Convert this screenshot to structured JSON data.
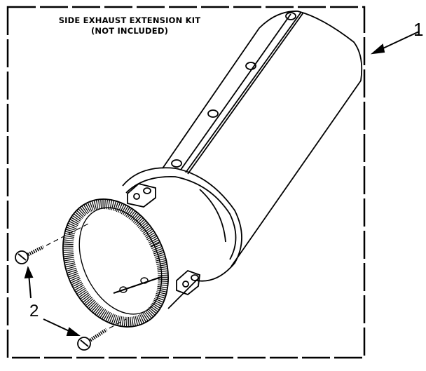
{
  "diagram": {
    "title_line1": "SIDE EXHAUST EXTENSION KIT",
    "title_line2": "(NOT INCLUDED)",
    "callouts": [
      {
        "label": "1",
        "target": "exhaust-extension-duct"
      },
      {
        "label": "2",
        "target": "screws"
      }
    ],
    "colors": {
      "ink": "#000000",
      "paper": "#ffffff"
    }
  }
}
